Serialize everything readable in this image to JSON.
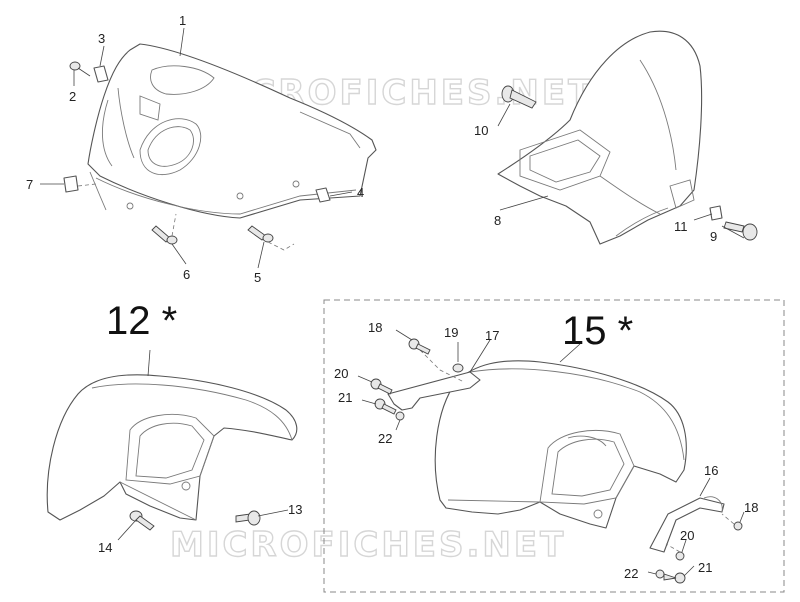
{
  "watermark": {
    "text": "MICROFICHES.NET"
  },
  "callouts": {
    "c1": "1",
    "c2": "2",
    "c3": "3",
    "c4": "4",
    "c5": "5",
    "c6": "6",
    "c7": "7",
    "c8": "8",
    "c9": "9",
    "c10": "10",
    "c11": "11",
    "c13": "13",
    "c14": "14",
    "c16": "16",
    "c17": "17",
    "c18a": "18",
    "c18b": "18",
    "c19": "19",
    "c20a": "20",
    "c20b": "20",
    "c21a": "21",
    "c21b": "21",
    "c22a": "22",
    "c22b": "22"
  },
  "assemblies": {
    "a12": "12 *",
    "a15": "15 *"
  }
}
